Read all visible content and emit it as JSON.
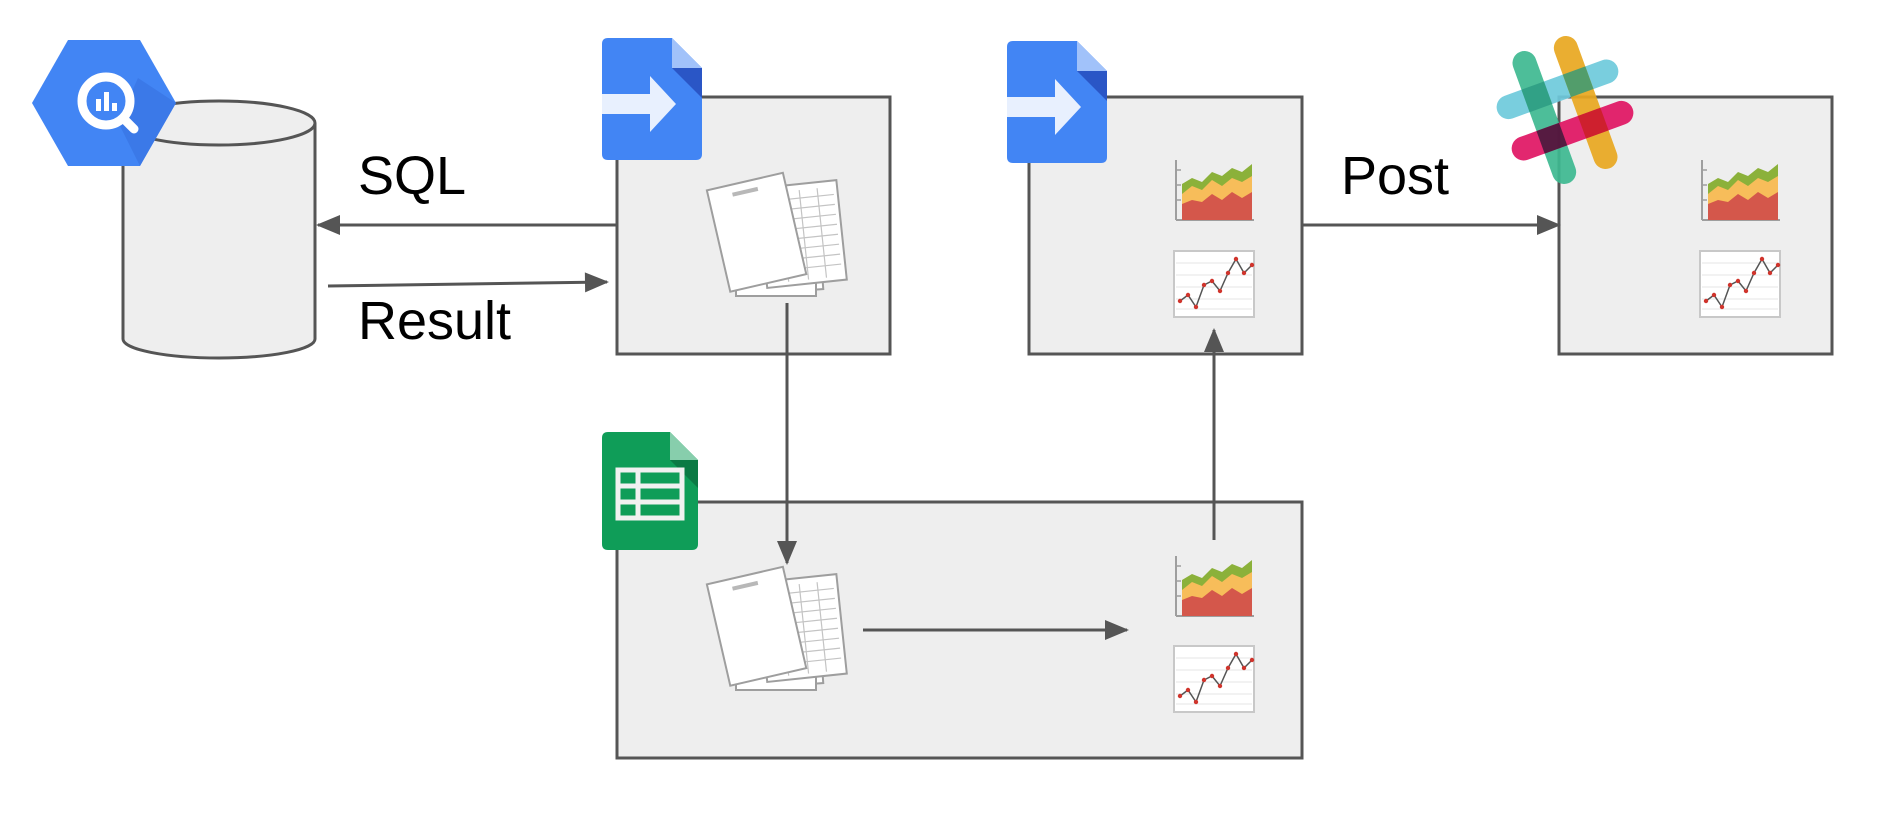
{
  "labels": {
    "sql": "SQL",
    "result": "Result",
    "post": "Post"
  },
  "icons": {
    "bigquery": "bigquery-icon",
    "apps_script": "apps-script-icon",
    "sheets": "google-sheets-icon",
    "slack": "slack-icon",
    "database": "database-icon",
    "documents": "documents-icon",
    "area_chart": "area-chart-icon",
    "line_chart": "line-chart-icon"
  },
  "colors": {
    "box_fill": "#eeeeee",
    "box_stroke": "#555555",
    "arrow": "#555555",
    "google_blue": "#4285f4",
    "google_green": "#0f9d58",
    "area_red": "#d4574b",
    "area_orange": "#f7bd5a",
    "area_green": "#8bb13a",
    "slack_blue": "#6ecadc",
    "slack_yellow": "#e9a820",
    "slack_pink": "#e01563",
    "slack_green": "#3eb991"
  }
}
